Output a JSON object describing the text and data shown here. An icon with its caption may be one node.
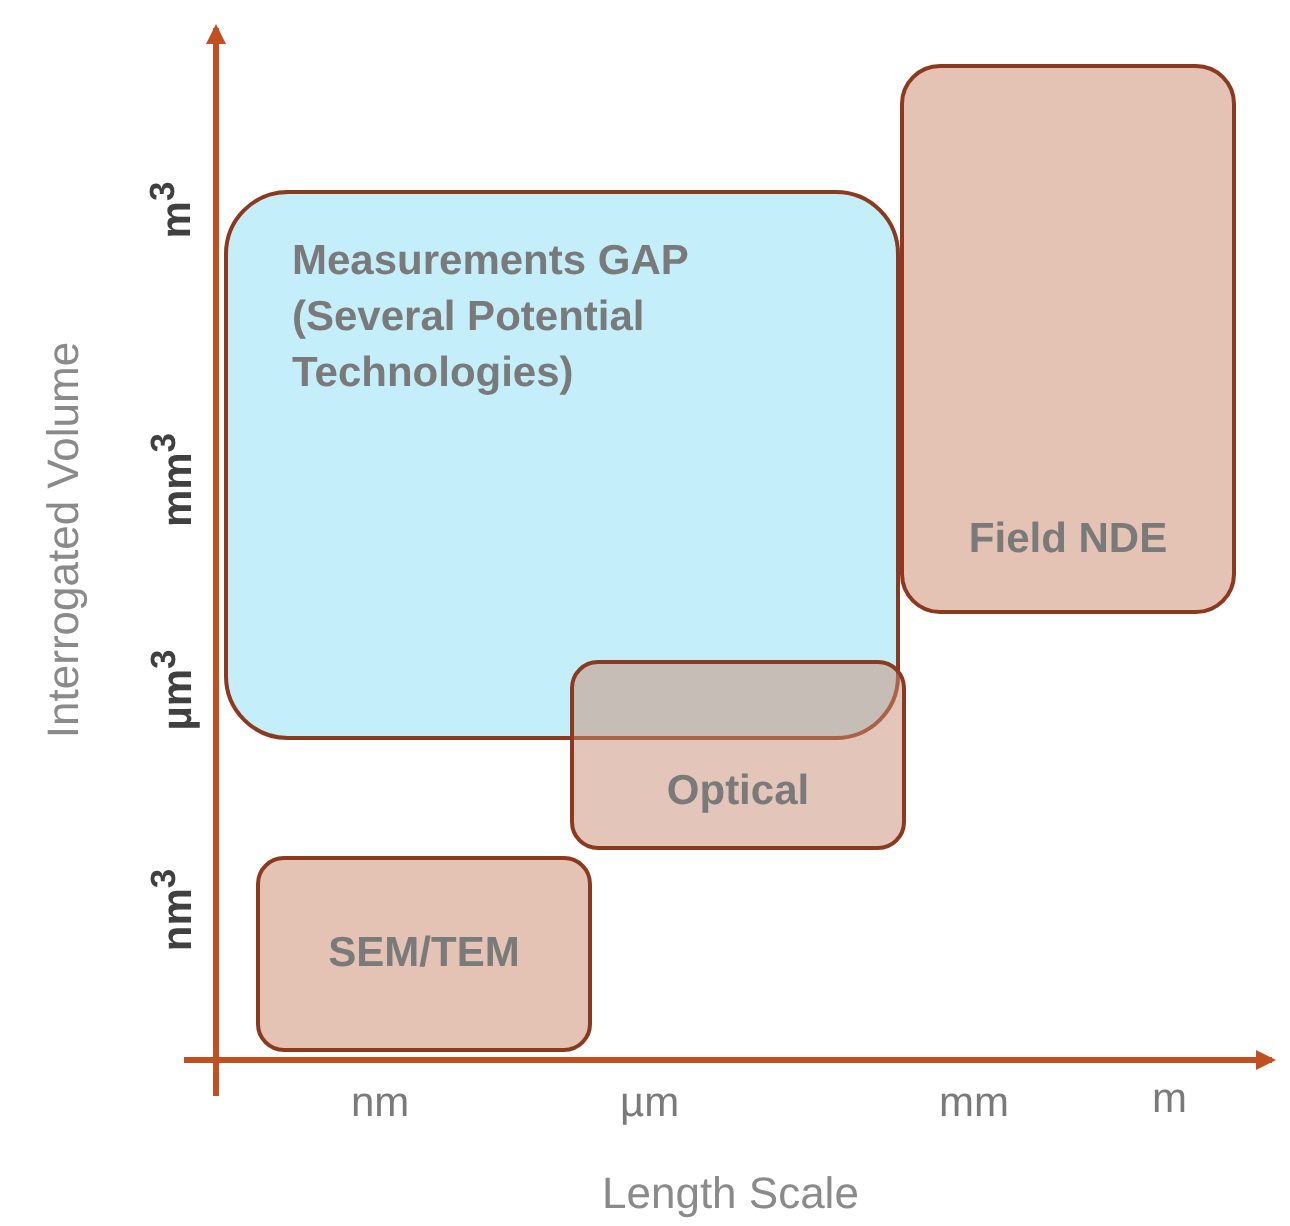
{
  "diagram": {
    "nodes": [
      {
        "text": [
          "Measurements GAP (Several Potential Technologies)"
        ]
      },
      {
        "text": [
          "Field NDE"
        ]
      },
      {
        "text": [
          "Optical"
        ]
      },
      {
        "text": [
          "SEM/TEM"
        ]
      }
    ],
    "labels": [
      "Interrogated Volume",
      "m$^{3}$",
      "mm$^{3}$",
      "µm$^{3}$",
      "nm$^{3}$",
      "nm",
      "µm",
      "mm",
      "m",
      "Length Scale"
    ]
  }
}
